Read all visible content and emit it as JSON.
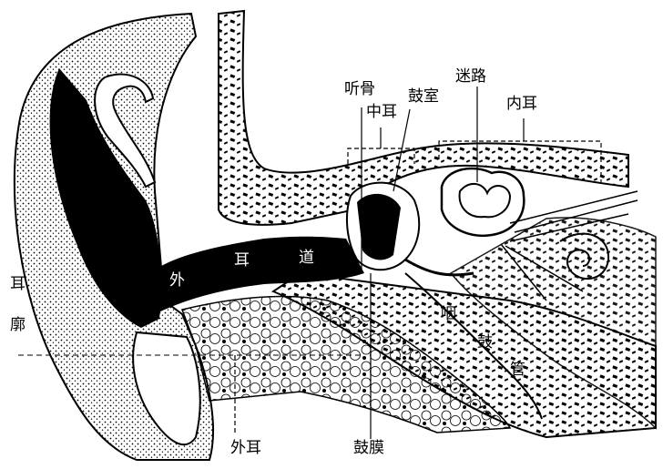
{
  "labels": {
    "pinna": "耳廓",
    "ear_canal_1": "外",
    "ear_canal_2": "耳",
    "ear_canal_3": "道",
    "ossicles": "听骨",
    "middle_ear": "中耳",
    "tympanic_cavity": "鼓室",
    "labyrinth": "迷路",
    "inner_ear": "内耳",
    "eustachian_1": "咽",
    "eustachian_2": "鼓",
    "eustachian_3": "管",
    "outer_ear": "外耳",
    "eardrum": "鼓膜"
  },
  "colors": {
    "ink": "#000000",
    "paper": "#ffffff"
  }
}
